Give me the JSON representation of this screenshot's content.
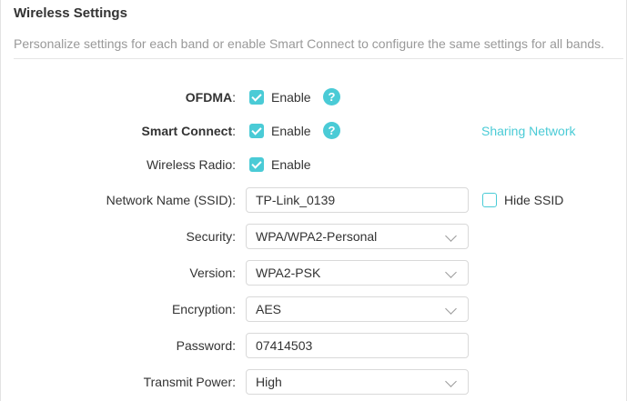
{
  "section": {
    "title": "Wireless Settings",
    "description": "Personalize settings for each band or enable Smart Connect to configure the same settings for all bands."
  },
  "colors": {
    "accent": "#4acbd6",
    "label_text": "#333333",
    "muted_text": "#999999"
  },
  "ofdma": {
    "label": "OFDMA",
    "colon": ":",
    "checkbox_label": "Enable",
    "checked": true,
    "help": "?"
  },
  "smart_connect": {
    "label": "Smart Connect",
    "colon": ":",
    "checkbox_label": "Enable",
    "checked": true,
    "help": "?",
    "sharing_link": "Sharing Network"
  },
  "wireless_radio": {
    "label": "Wireless Radio:",
    "checkbox_label": "Enable",
    "checked": true
  },
  "ssid": {
    "label": "Network Name (SSID):",
    "value": "TP-Link_0139",
    "hide_label": "Hide SSID",
    "hide_checked": false
  },
  "security": {
    "label": "Security:",
    "value": "WPA/WPA2-Personal"
  },
  "version": {
    "label": "Version:",
    "value": "WPA2-PSK"
  },
  "encryption": {
    "label": "Encryption:",
    "value": "AES"
  },
  "password": {
    "label": "Password:",
    "value": "07414503"
  },
  "transmit_power": {
    "label": "Transmit Power:",
    "value": "High"
  }
}
